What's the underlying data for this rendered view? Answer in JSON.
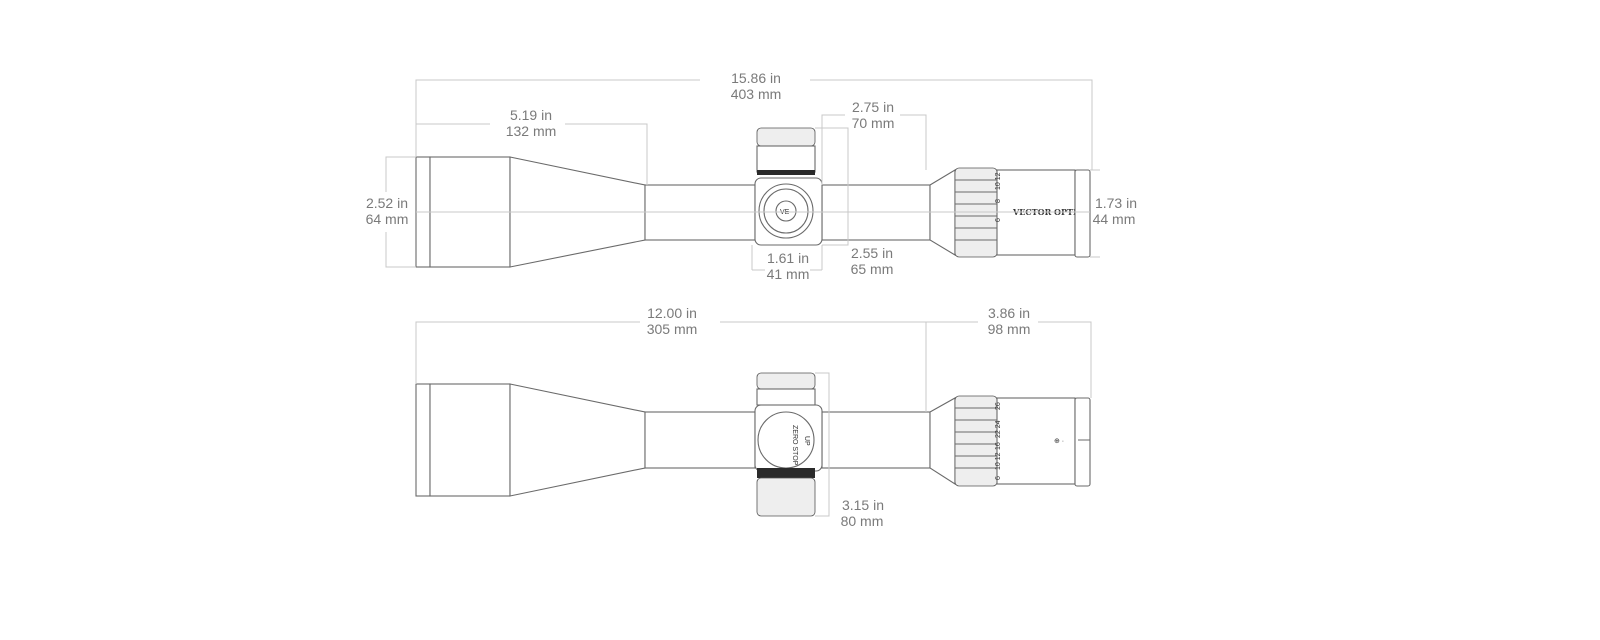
{
  "brand": "VectorOptics",
  "top_view": {
    "overall_length": {
      "in": "15.86 in",
      "mm": "403 mm"
    },
    "objective_bell_length": {
      "in": "5.19 in",
      "mm": "132 mm"
    },
    "eye_relief_section": {
      "in": "2.75 in",
      "mm": "70 mm"
    },
    "objective_diameter": {
      "in": "2.52 in",
      "mm": "64 mm"
    },
    "eyepiece_diameter": {
      "in": "1.73 in",
      "mm": "44 mm"
    },
    "turret_saddle_width": {
      "in": "1.61 in",
      "mm": "41 mm"
    },
    "turret_height": {
      "in": "2.55 in",
      "mm": "65 mm"
    },
    "power_ring_marks": [
      "6",
      "8",
      "10 12"
    ]
  },
  "side_view": {
    "tube_length_to_eyepiece": {
      "in": "12.00 in",
      "mm": "305 mm"
    },
    "eyepiece_length": {
      "in": "3.86 in",
      "mm": "98 mm"
    },
    "turret_span": {
      "in": "3.15 in",
      "mm": "80 mm"
    },
    "turret_labels": [
      "ZERO STOP",
      "UP"
    ],
    "power_ring_marks": [
      "6",
      "10 12",
      "16",
      "22 24",
      "26"
    ]
  }
}
